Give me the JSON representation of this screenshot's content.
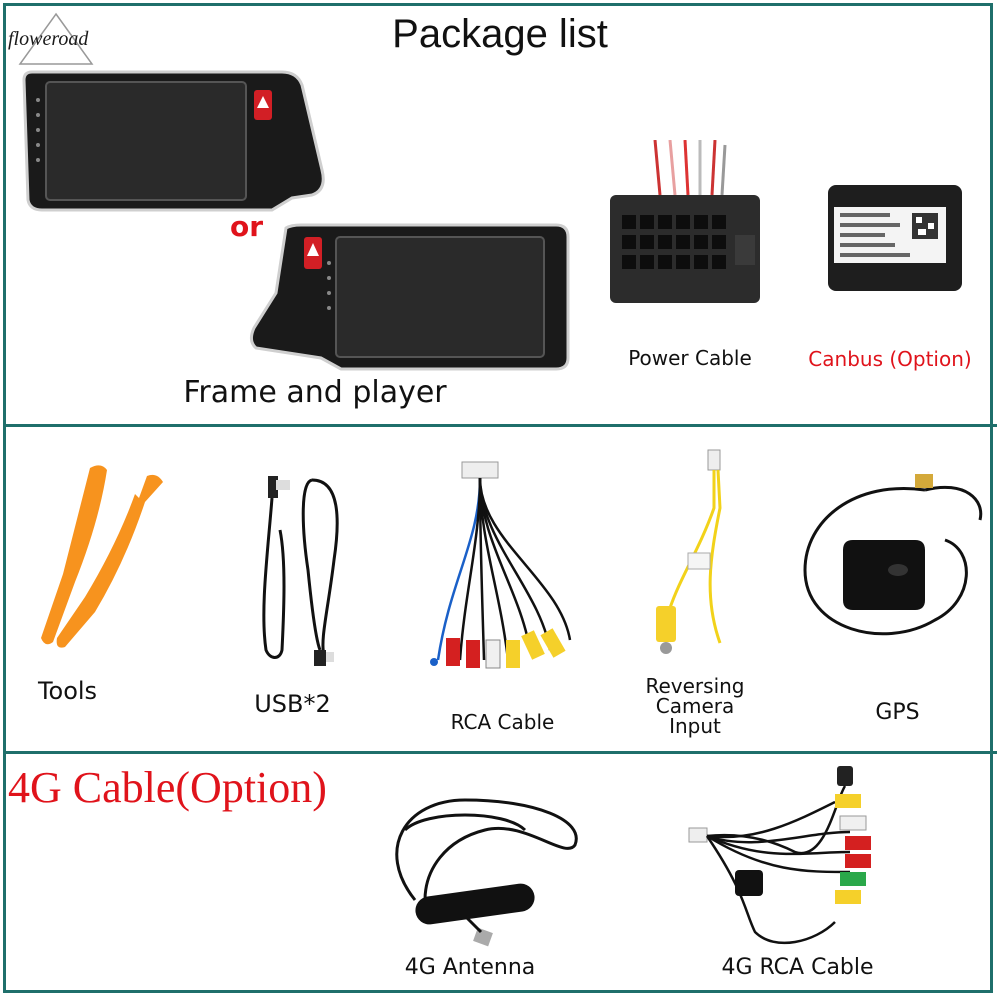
{
  "brand": {
    "logo_text": "floweroad"
  },
  "header": {
    "title": "Package list"
  },
  "section1": {
    "or_label": "or",
    "frame_player_label": "Frame and player",
    "power_cable_label": "Power Cable",
    "canbus_label": "Canbus (Option)"
  },
  "section2": {
    "items": [
      {
        "label": "Tools"
      },
      {
        "label": "USB*2"
      },
      {
        "label": "RCA Cable"
      },
      {
        "label": "Reversing\nCamera\nInput"
      },
      {
        "label": "GPS"
      }
    ]
  },
  "section3": {
    "heading": "4G Cable(Option)",
    "antenna_label": "4G Antenna",
    "rca4g_label": "4G RCA Cable"
  },
  "colors": {
    "border": "#1f6f6b",
    "accent_red": "#e0131b",
    "tool_orange": "#f7931e"
  }
}
